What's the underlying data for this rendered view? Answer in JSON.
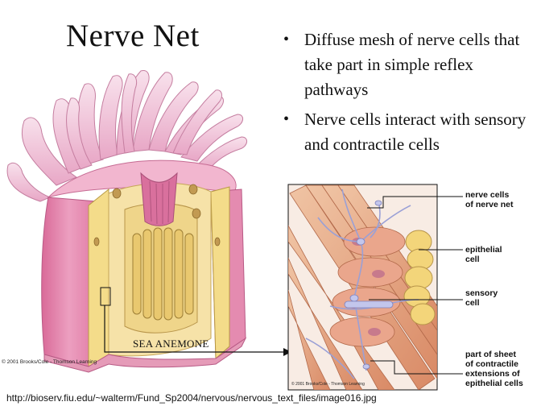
{
  "slide": {
    "title": "Nerve Net",
    "bullets": [
      "Diffuse mesh of nerve cells that take part in simple reflex pathways",
      "Nerve cells interact with sensory and contractile cells"
    ],
    "bullet_glyph": "•"
  },
  "figure": {
    "copyright_left": "© 2001 Brooks/Cole - Thomson Learning",
    "copyright_inset": "© 2001 Brooks/Cole - Thomson Learning",
    "anemone_label": "SEA ANEMONE",
    "callouts": [
      {
        "line1": "nerve cells",
        "line2": "of nerve net"
      },
      {
        "line1": "epithelial",
        "line2": "cell"
      },
      {
        "line1": "sensory",
        "line2": "cell"
      },
      {
        "line1": "part of sheet",
        "line2": "of contractile",
        "line3": "extensions of",
        "line4": "epithelial cells"
      }
    ],
    "colors": {
      "body_pink": "#e58bb0",
      "body_yellow": "#f4dc8a",
      "tentacle": "#f3c9de",
      "muscle": "#e3a07d",
      "nerve": "#a6a9d8"
    }
  },
  "source_url": "http://bioserv.fiu.edu/~walterm/Fund_Sp2004/nervous/nervous_text_files/image016.jpg"
}
